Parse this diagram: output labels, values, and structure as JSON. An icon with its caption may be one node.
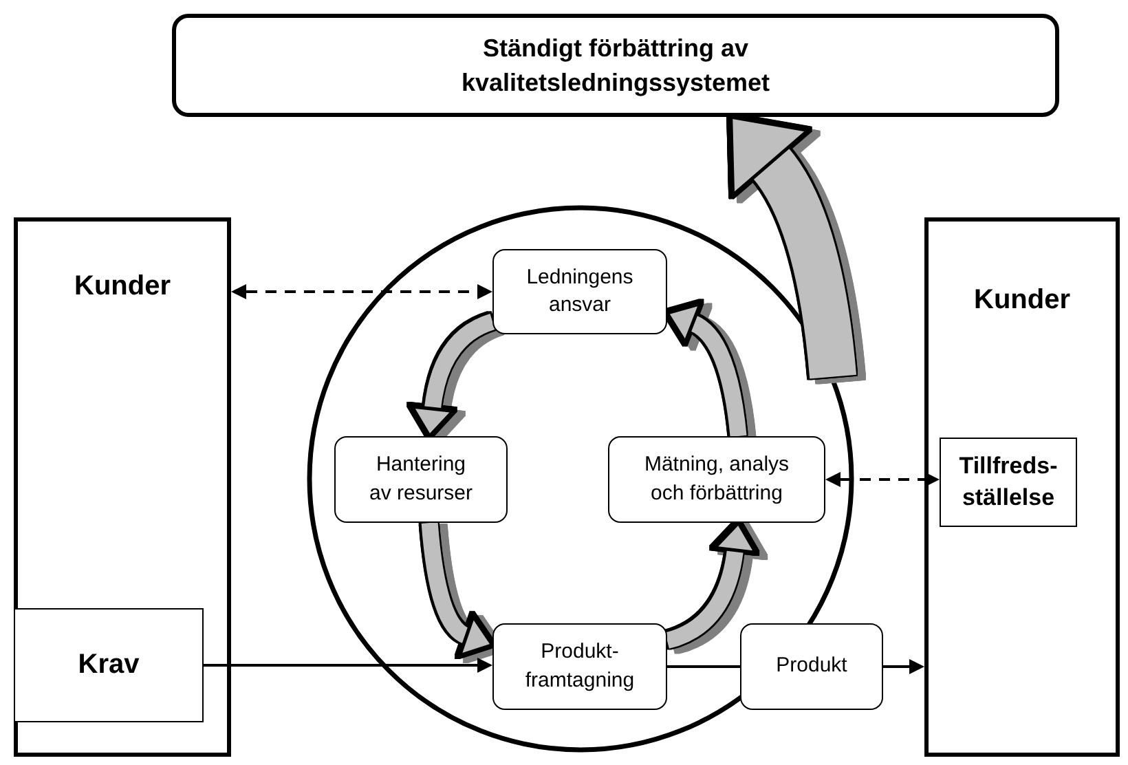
{
  "diagram": {
    "nodes": [
      {
        "text": [
          "Ständigt förbättring av kvalitetsledningssystemet"
        ]
      },
      {
        "text": [
          "Kunder"
        ]
      },
      {
        "text": [
          "Krav"
        ],
        "in": 1
      },
      {
        "text": [],
        "shape": "circle"
      },
      {
        "text": [
          "Ledningens ansvar"
        ],
        "in": 3
      },
      {
        "text": [
          "Hantering av resurser"
        ],
        "in": 3
      },
      {
        "text": [
          "Mätning, analys och förbättring"
        ],
        "in": 3
      },
      {
        "text": [
          "Produkt- framtagning"
        ],
        "in": 3
      },
      {
        "text": [
          "Produkt"
        ]
      },
      {
        "text": [
          "Kunder"
        ]
      },
      {
        "text": [
          "Tillfreds- ställelse"
        ],
        "in": 9
      }
    ],
    "edges": [
      {
        "from": 1,
        "to": 4,
        "arrow": "both",
        "style": "dashed"
      },
      {
        "from": 4,
        "to": 5,
        "arrow": "to",
        "style": "thick",
        "color": "#bfbfbf"
      },
      {
        "from": 5,
        "to": 7,
        "arrow": "to",
        "style": "thick",
        "color": "#bfbfbf"
      },
      {
        "from": 7,
        "to": 6,
        "arrow": "to",
        "style": "thick",
        "color": "#bfbfbf"
      },
      {
        "from": 6,
        "to": 4,
        "arrow": "to",
        "style": "thick",
        "color": "#bfbfbf"
      },
      {
        "from": 3,
        "to": 0,
        "arrow": "to",
        "style": "thick",
        "color": "#bfbfbf"
      },
      {
        "from": 2,
        "to": 7,
        "arrow": "to"
      },
      {
        "from": 7,
        "to": 8,
        "arrow": "none"
      },
      {
        "from": 8,
        "to": 9,
        "arrow": "to"
      },
      {
        "from": 6,
        "to": 10,
        "arrow": "both",
        "style": "dashed"
      }
    ]
  }
}
